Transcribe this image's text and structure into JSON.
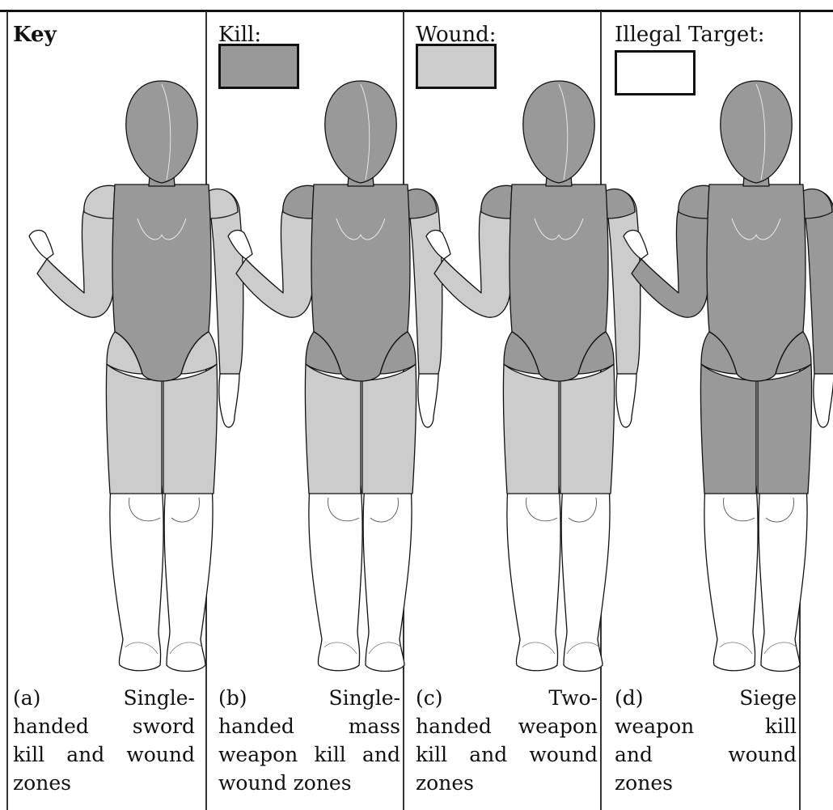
{
  "key": {
    "heading": "Key",
    "kill_label": "Kill:",
    "wound_label": "Wound:",
    "illegal_label": "Illegal Target:"
  },
  "colors": {
    "kill": "#999999",
    "wound": "#cccccc",
    "illegal": "#ffffff",
    "outline": "#111111",
    "detail": "#eeeeee"
  },
  "panels": [
    {
      "caption_lines": [
        "(a) Single-",
        "handed sword",
        "kill and wound",
        "zones"
      ],
      "zones": {
        "head": "kill",
        "torso": "kill",
        "shoulders": "wound",
        "arms": "wound",
        "hips": "wound",
        "thighs": "wound",
        "hands": "illegal",
        "legs": "illegal"
      }
    },
    {
      "caption_lines": [
        "(b) Single-",
        "handed mass",
        "weapon kill and",
        "wound zones"
      ],
      "zones": {
        "head": "kill",
        "torso": "kill",
        "shoulders": "kill",
        "arms": "wound",
        "hips": "kill",
        "thighs": "wound",
        "hands": "illegal",
        "legs": "illegal"
      }
    },
    {
      "caption_lines": [
        "(c) Two-",
        "handed weapon",
        "kill and wound",
        "zones"
      ],
      "zones": {
        "head": "kill",
        "torso": "kill",
        "shoulders": "kill",
        "arms": "wound",
        "hips": "kill",
        "thighs": "wound",
        "hands": "illegal",
        "legs": "illegal"
      }
    },
    {
      "caption_lines": [
        "(d) Siege",
        "weapon kill",
        "and wound",
        "zones"
      ],
      "zones": {
        "head": "kill",
        "torso": "kill",
        "shoulders": "kill",
        "arms": "kill",
        "hips": "kill",
        "thighs": "kill",
        "hands": "illegal",
        "legs": "illegal"
      }
    }
  ]
}
